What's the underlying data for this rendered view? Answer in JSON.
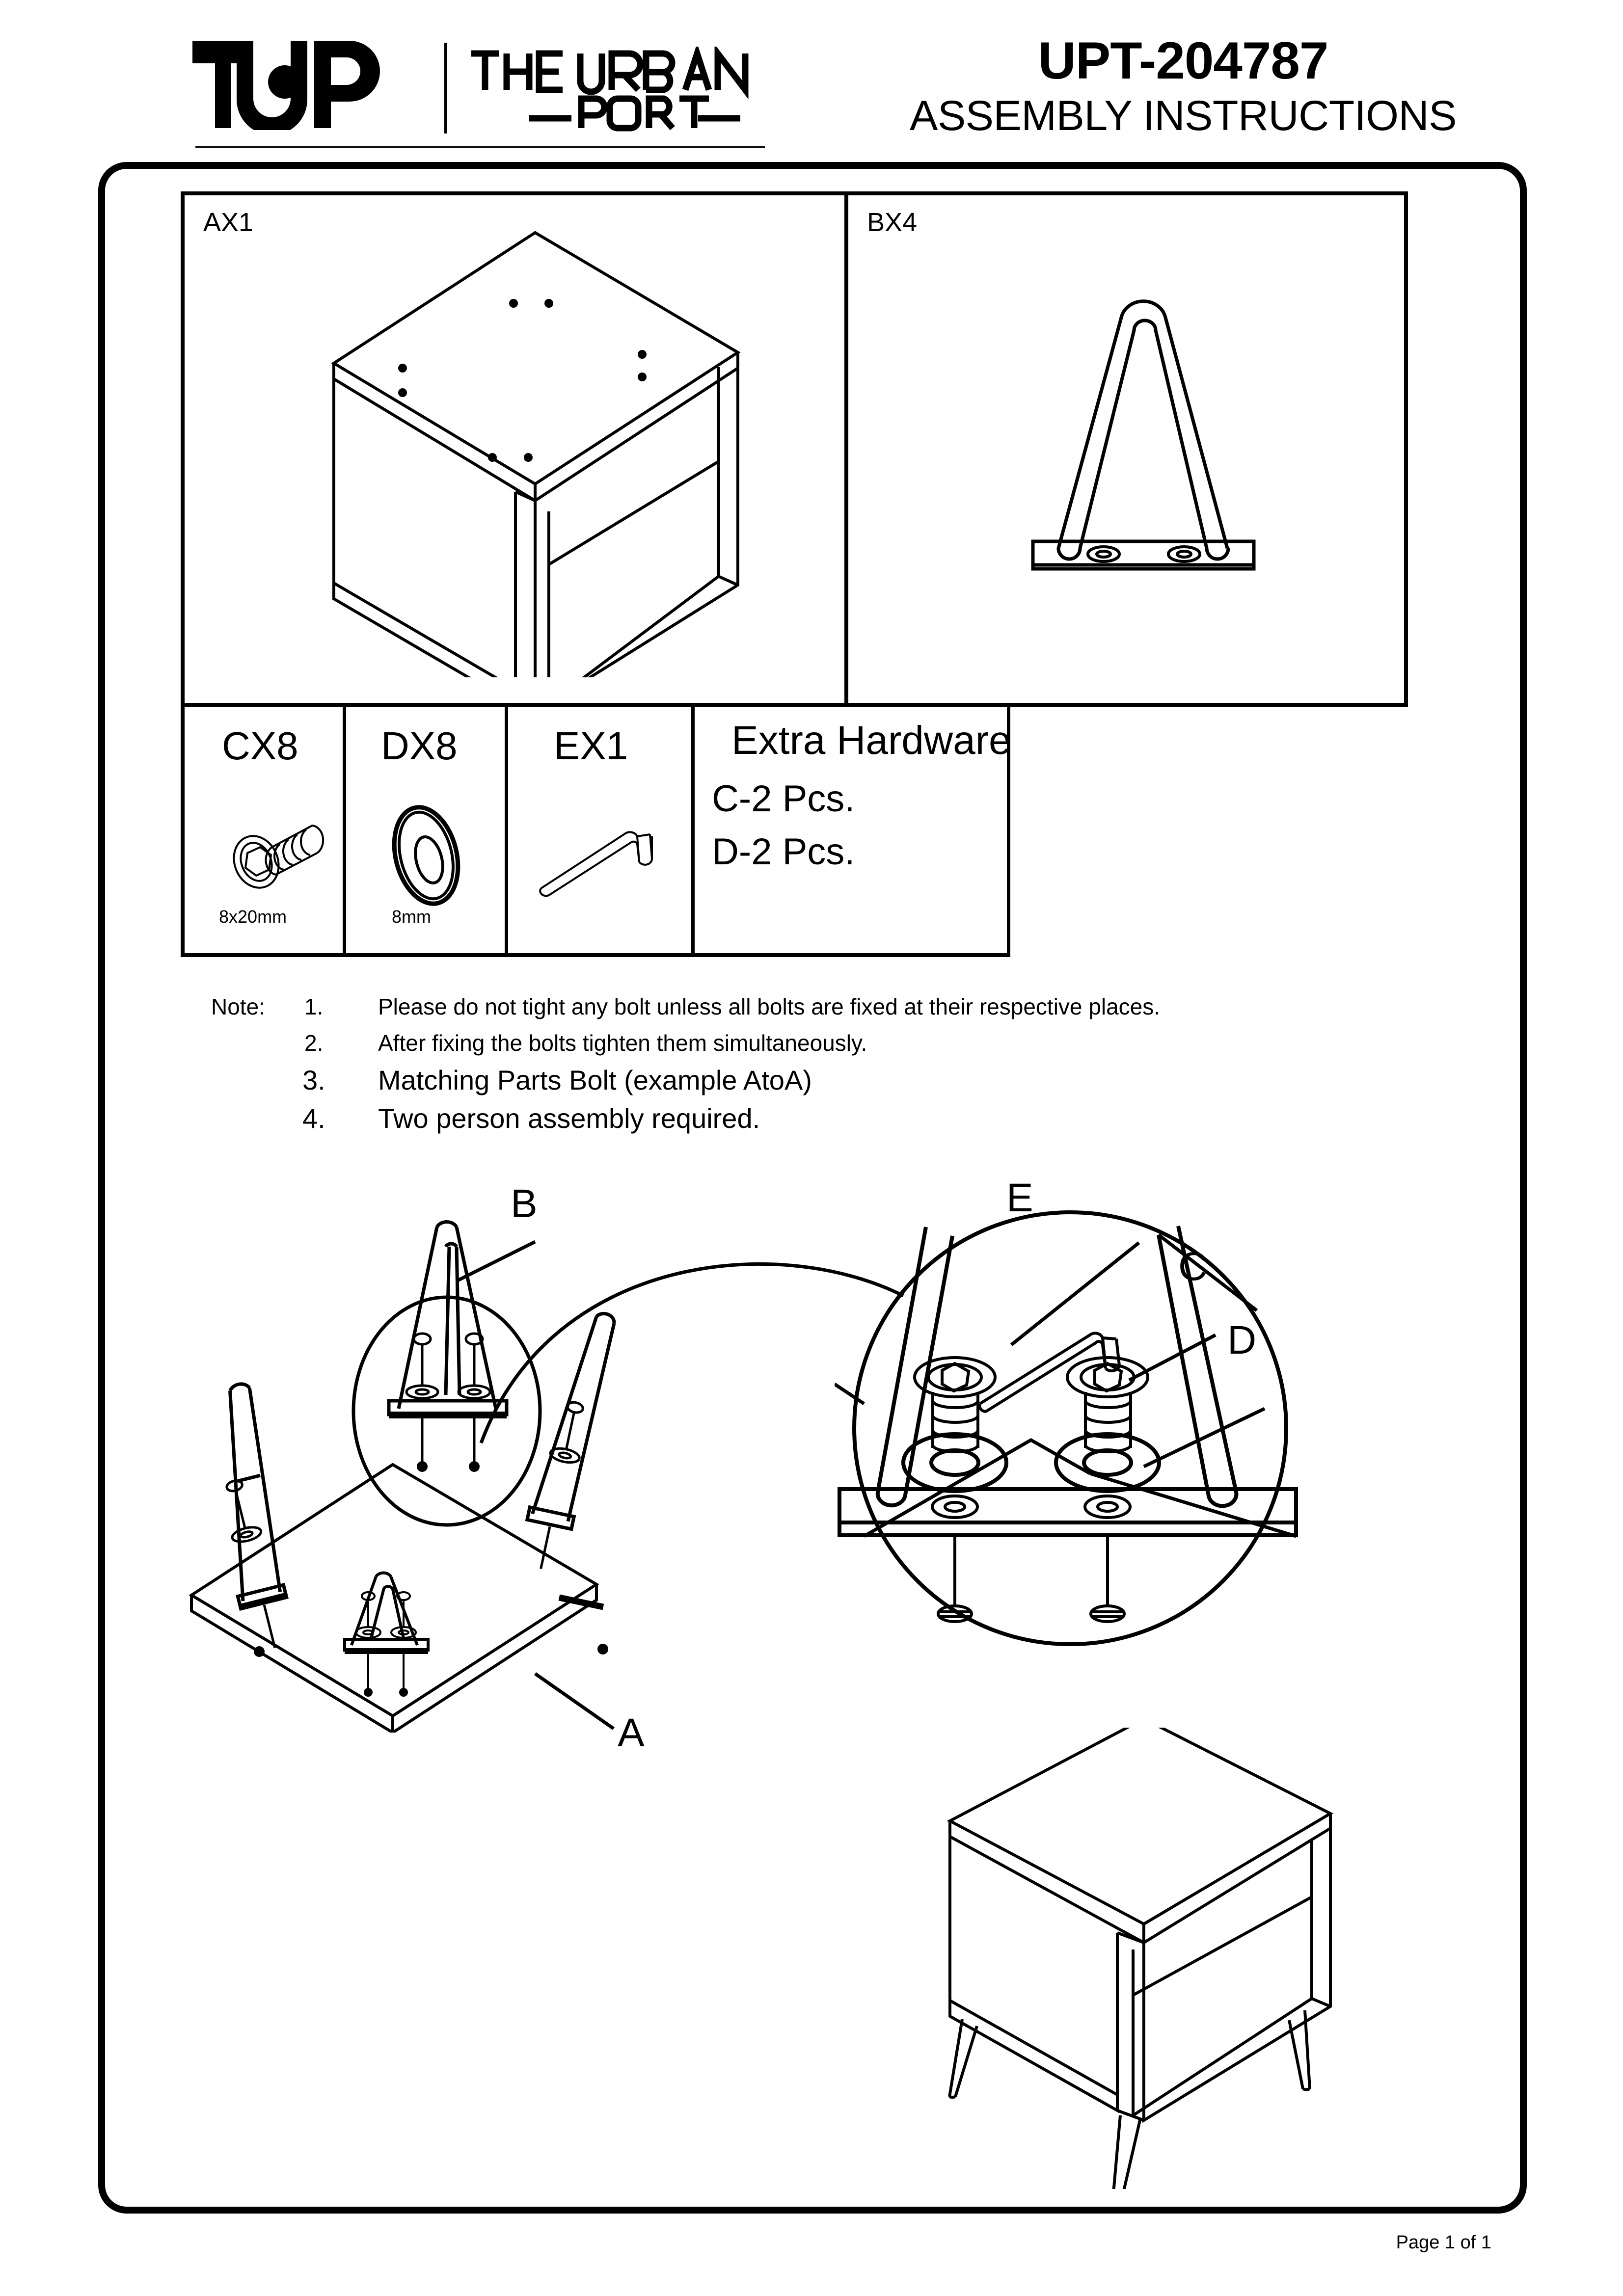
{
  "header": {
    "logo_mark": "TUP",
    "logo_text_line1": "THE URBAN",
    "logo_text_line2": "PORT",
    "doc_code": "UPT-204787",
    "doc_subtitle": "ASSEMBLY INSTRUCTIONS"
  },
  "parts_table": {
    "big_parts": [
      {
        "code": "AX1",
        "icon": "cube-frame-icon"
      },
      {
        "code": "BX4",
        "icon": "hairpin-leg-icon"
      }
    ],
    "hardware": [
      {
        "code": "CX8",
        "size": "8x20mm",
        "icon": "hex-bolt-icon"
      },
      {
        "code": "DX8",
        "size": "8mm",
        "icon": "washer-icon"
      },
      {
        "code": "EX1",
        "size": "",
        "icon": "allen-key-icon"
      }
    ],
    "extra_hardware": {
      "title": "Extra Hardware",
      "items": [
        "C-2 Pcs.",
        "D-2 Pcs."
      ]
    }
  },
  "notes": {
    "label": "Note:",
    "items": [
      {
        "num": "1.",
        "text": "Please do not tight any bolt unless all bolts are fixed at their respective places."
      },
      {
        "num": "2.",
        "text": "After fixing the bolts tighten them simultaneously."
      },
      {
        "num": "3.",
        "text": "Matching Parts Bolt (example AtoA)"
      },
      {
        "num": "4.",
        "text": "Two person assembly required."
      }
    ]
  },
  "assembly": {
    "callouts": {
      "a": "A",
      "b": "B",
      "c": "C",
      "d": "D",
      "e": "E"
    }
  },
  "footer": {
    "page_text": "Page 1 of 1"
  },
  "colors": {
    "ink": "#000000",
    "paper": "#ffffff"
  }
}
